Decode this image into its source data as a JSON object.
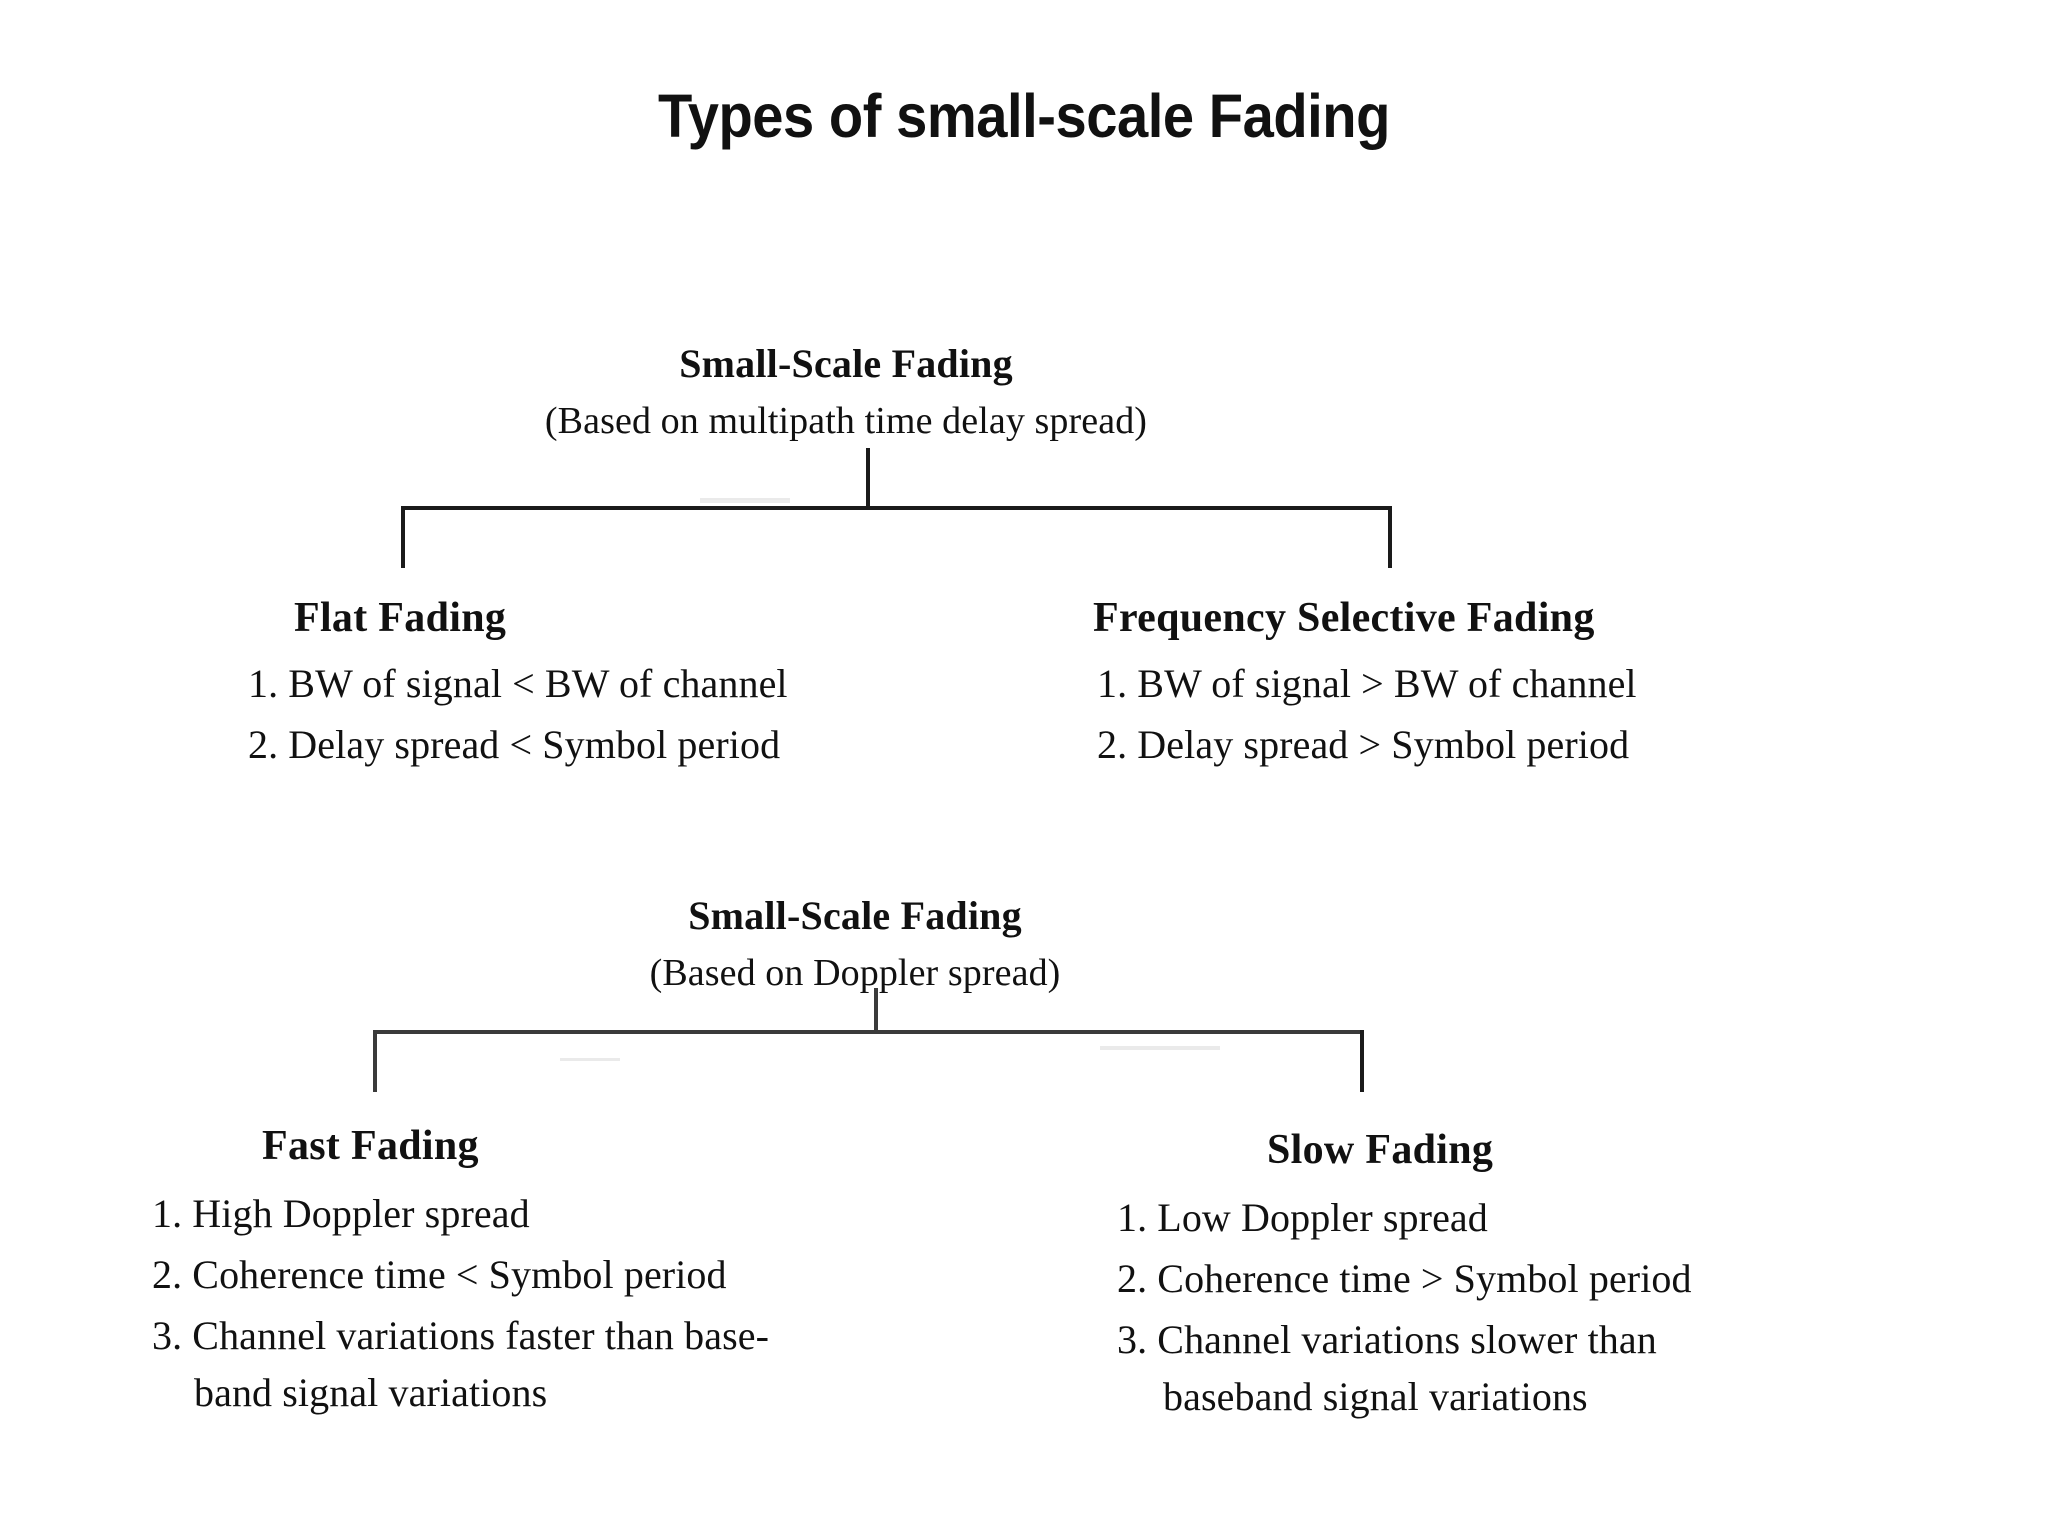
{
  "slide": {
    "title": "Types of small-scale Fading"
  },
  "diagrams": [
    {
      "id": "delay-spread-tree",
      "root": {
        "title": "Small-Scale Fading",
        "subtitle": "(Based on multipath time delay spread)"
      },
      "branches": [
        {
          "id": "flat-fading",
          "title": "Flat Fading",
          "items": [
            "1. BW of signal < BW of channel",
            "2. Delay spread < Symbol period"
          ]
        },
        {
          "id": "frequency-selective-fading",
          "title": "Frequency Selective Fading",
          "items": [
            "1. BW of signal > BW of channel",
            "2. Delay spread > Symbol period"
          ]
        }
      ]
    },
    {
      "id": "doppler-spread-tree",
      "root": {
        "title": "Small-Scale Fading",
        "subtitle": "(Based on Doppler spread)"
      },
      "branches": [
        {
          "id": "fast-fading",
          "title": "Fast Fading",
          "items": [
            "1. High Doppler spread",
            "2. Coherence time < Symbol period",
            "3. Channel variations faster than base-",
            "band signal variations"
          ]
        },
        {
          "id": "slow-fading",
          "title": "Slow Fading",
          "items": [
            "1. Low Doppler spread",
            "2. Coherence time > Symbol period",
            "3. Channel variations slower than",
            "baseband signal variations"
          ]
        }
      ]
    }
  ],
  "colors": {
    "background": "#ffffff",
    "text": "#111111",
    "line": "#1a1a1a"
  }
}
